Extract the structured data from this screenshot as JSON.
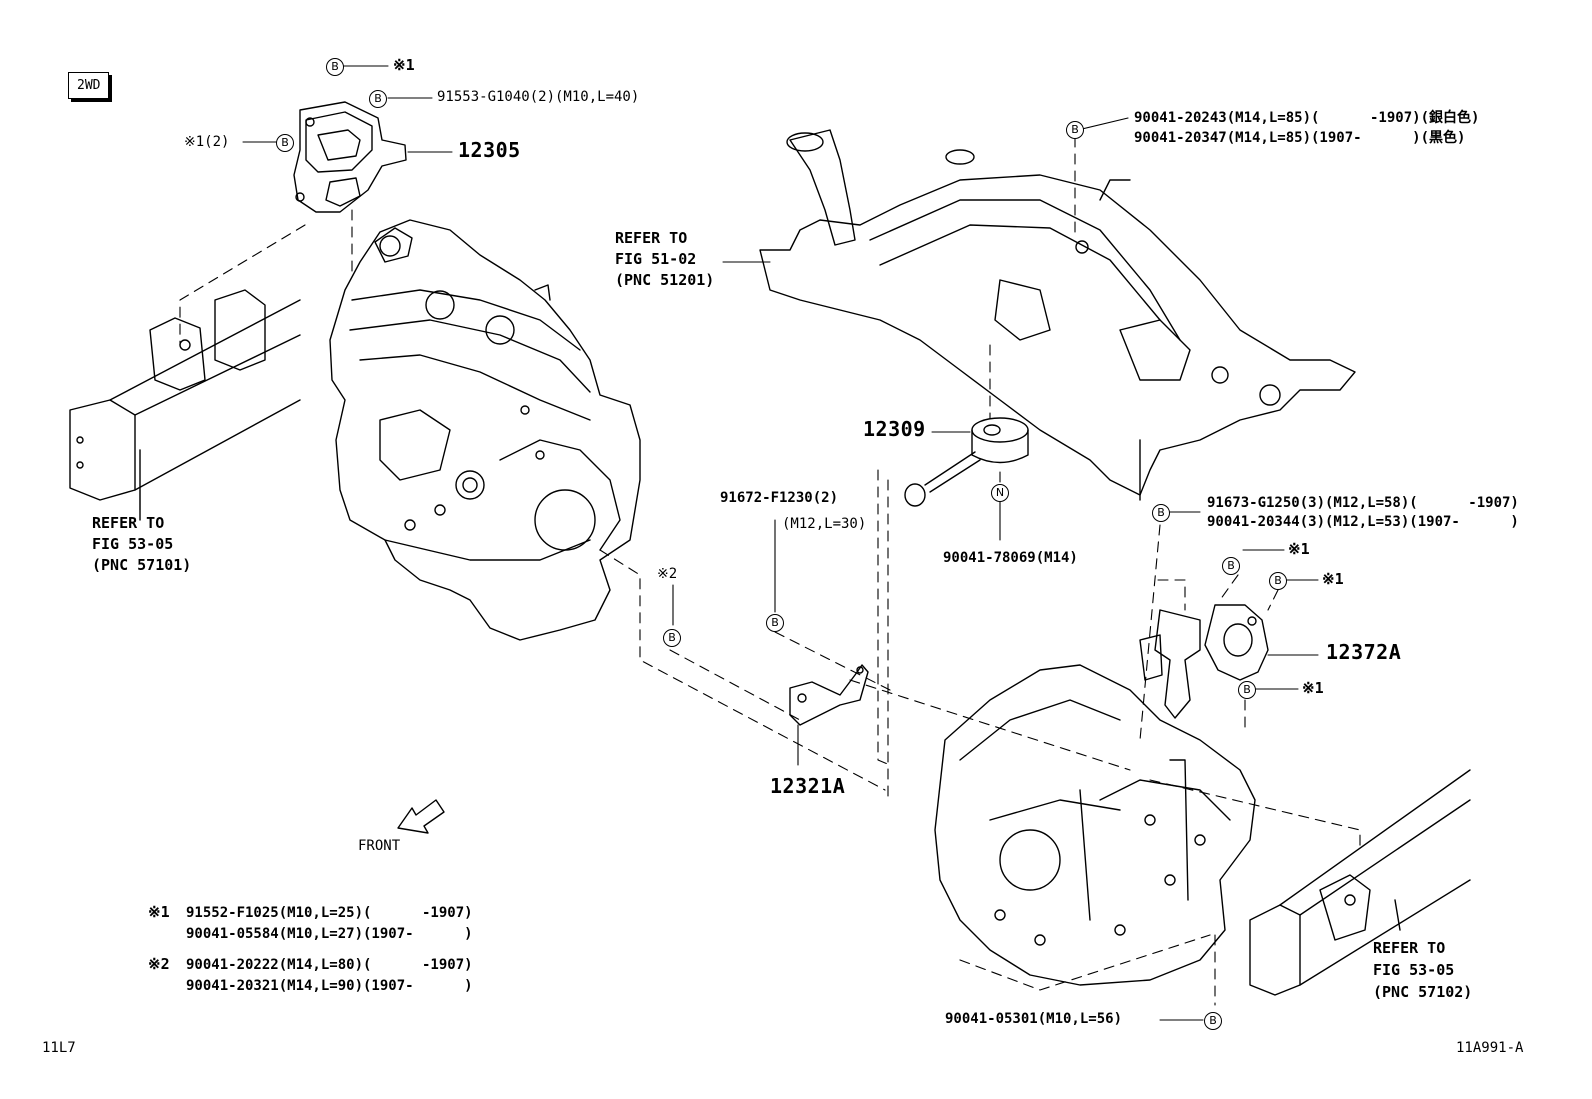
{
  "variant_badge": "2WD",
  "page_code_left": "11L7",
  "page_code_right": "11A991-A",
  "front_label": "FRONT",
  "bolt_marker": "B",
  "nut_marker": "N",
  "note_mark_1": "※1",
  "note_mark_1_qty": "※1(2)",
  "note_mark_2": "※2",
  "parts": {
    "p12305": "12305",
    "p12309": "12309",
    "p12372A": "12372A",
    "p12321A": "12321A"
  },
  "fasteners": {
    "f91553": "91553-G1040(2)(M10,L=40)",
    "f90041_20243": "90041-20243(M14,L=85)(      -1907)(銀白色)",
    "f90041_20347": "90041-20347(M14,L=85)(1907-      )(黒色)",
    "f91672_a": "91672-F1230(2)",
    "f91672_b": "(M12,L=30)",
    "f90041_78069": "90041-78069(M14)",
    "f91673": "91673-G1250(3)(M12,L=58)(      -1907)",
    "f90041_20344": "90041-20344(3)(M12,L=53)(1907-      )",
    "f90041_05301": "90041-05301(M10,L=56)"
  },
  "refs": {
    "fig51": [
      "REFER TO",
      "FIG 51-02",
      "(PNC 51201)"
    ],
    "fig53_left": [
      "REFER TO",
      "FIG 53-05",
      "(PNC 57101)"
    ],
    "fig53_right": [
      "REFER TO",
      "FIG 53-05",
      "(PNC 57102)"
    ]
  },
  "notes": {
    "n1_a": "91552-F1025(M10,L=25)(      -1907)",
    "n1_b": "90041-05584(M10,L=27)(1907-      )",
    "n2_a": "90041-20222(M14,L=80)(      -1907)",
    "n2_b": "90041-20321(M14,L=90)(1907-      )"
  }
}
